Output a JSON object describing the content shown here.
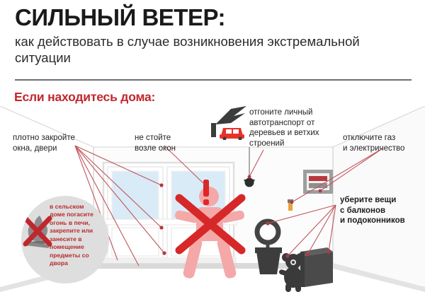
{
  "header": {
    "title_main": "СИЛЬНЫЙ ВЕТЕР:",
    "title_sub": "как действовать в случае возникновения\nэкстремальной ситуации"
  },
  "section": {
    "title": "Если находитесь дома:"
  },
  "callouts": [
    {
      "id": "windows",
      "text": "плотно закройте\nокна, двери",
      "icon": "window-icon"
    },
    {
      "id": "stand",
      "text": "не стойте\nвозле окон",
      "icon": "person-warning-icon"
    },
    {
      "id": "car",
      "text": "отгоните личный\nавтотранспорт от\nдеревьев и ветхих\nстроений",
      "icon": "tree-falling-on-car-icon"
    },
    {
      "id": "gas",
      "text": "отключите газ\nи электричество",
      "icon": "electrical-panel-icon"
    },
    {
      "id": "balcony",
      "text": "уберите вещи\nс балконов\nи подоконников",
      "icon": "balcony-objects-icon"
    }
  ],
  "inset": {
    "text": "в сельском\nдоме погасите\nогонь в печи,\nзакрепите или\nзанесите в\nпомещение\nпредметы со\nдвора",
    "icon": "campfire-crossed-out-icon"
  },
  "colors": {
    "brand_red": "#c0272d",
    "accent_red": "#e03030",
    "pink_figure": "#f4a8a8",
    "dark_gray": "#3c3c3c",
    "wall_light": "#fbfbfb",
    "wall_shade": "#f2f2f2",
    "glass_blue": "#d7eaf6",
    "inset_bg": "#dedede",
    "leader_line": "#c0555c"
  }
}
